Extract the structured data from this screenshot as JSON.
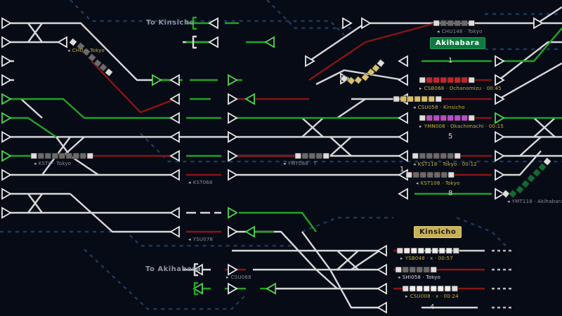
{
  "destinations": {
    "to_kinsicho": "To Kinsicho",
    "to_akihabara": "To Akihabara"
  },
  "stations": [
    {
      "name": "Akihabara",
      "color": "#0c7a3e",
      "text_color": "#ffffff"
    },
    {
      "name": "Kinsicho",
      "color": "#c9b254",
      "text_color": "#1a1a1a"
    }
  ],
  "platforms": [
    "1",
    "5",
    "8",
    "4",
    "1"
  ],
  "trains": [
    {
      "label": "CHU148 · Tokyo",
      "color": "#6b6b6b",
      "dir": "left",
      "label_style": "grey"
    },
    {
      "label": "CSB068 · Ochanomizu · 00:45",
      "color": "#c0272d",
      "dir": "right",
      "label_style": "yellow"
    },
    {
      "label": "CSU058 · Kinsicho",
      "color": "#d8c06a",
      "dir": "left",
      "label_style": "yellow"
    },
    {
      "label": "YMN008 · Okachimachi · 00:15",
      "color": "#b84fc7",
      "dir": "right",
      "label_style": "yellow"
    },
    {
      "label": "KST118 · Tokyo · 00:12",
      "color": "#6b6b6b",
      "dir": "left",
      "label_style": "yellow"
    },
    {
      "label": "KST108 · Tokyo",
      "color": "#6b6b6b",
      "dir": "left",
      "label_style": "yellow"
    },
    {
      "label": "YMT118 · Akihabara",
      "color": "#0f6b35",
      "dir": "left",
      "label_style": "grey"
    },
    {
      "label": "YSB048 · x · 00:57",
      "color": "#eeeeee",
      "dir": "right",
      "label_style": "yellow"
    },
    {
      "label": "SHI058 · Tokyo",
      "color": "#6b6b6b",
      "dir": "left",
      "label_style": "white"
    },
    {
      "label": "CSU008 · x · 00:24",
      "color": "#eeeeee",
      "dir": "right",
      "label_style": "yellow"
    },
    {
      "label": "CHU··· Tokyo",
      "color": "#6b6b6b",
      "dir": "left",
      "label_style": "yellow"
    },
    {
      "label": "KST0·· Tokyo",
      "color": "#6b6b6b",
      "dir": "left",
      "label_style": "grey"
    },
    {
      "label": "YMT088 · T",
      "color": "#6b6b6b",
      "dir": "left",
      "label_style": "grey"
    }
  ],
  "reservations": [
    "KST068",
    "YSU078",
    "CSU068"
  ],
  "colors": {
    "background": "#060b16",
    "track": "#d8d8d8",
    "clear": "#22a322",
    "occupied": "#8a1414",
    "dashed_border": "#1d3a5c"
  }
}
